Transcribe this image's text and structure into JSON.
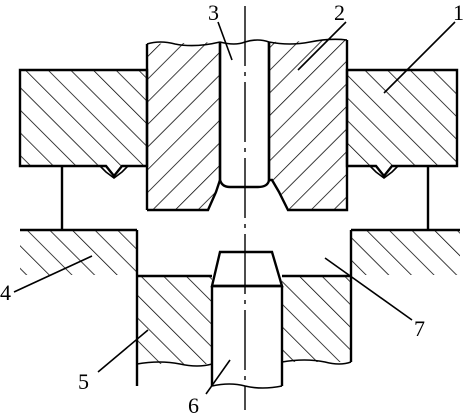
{
  "labels": {
    "part1": "1",
    "part2": "2",
    "part3": "3",
    "part4": "4",
    "part5": "5",
    "part6": "6",
    "part7": "7"
  }
}
